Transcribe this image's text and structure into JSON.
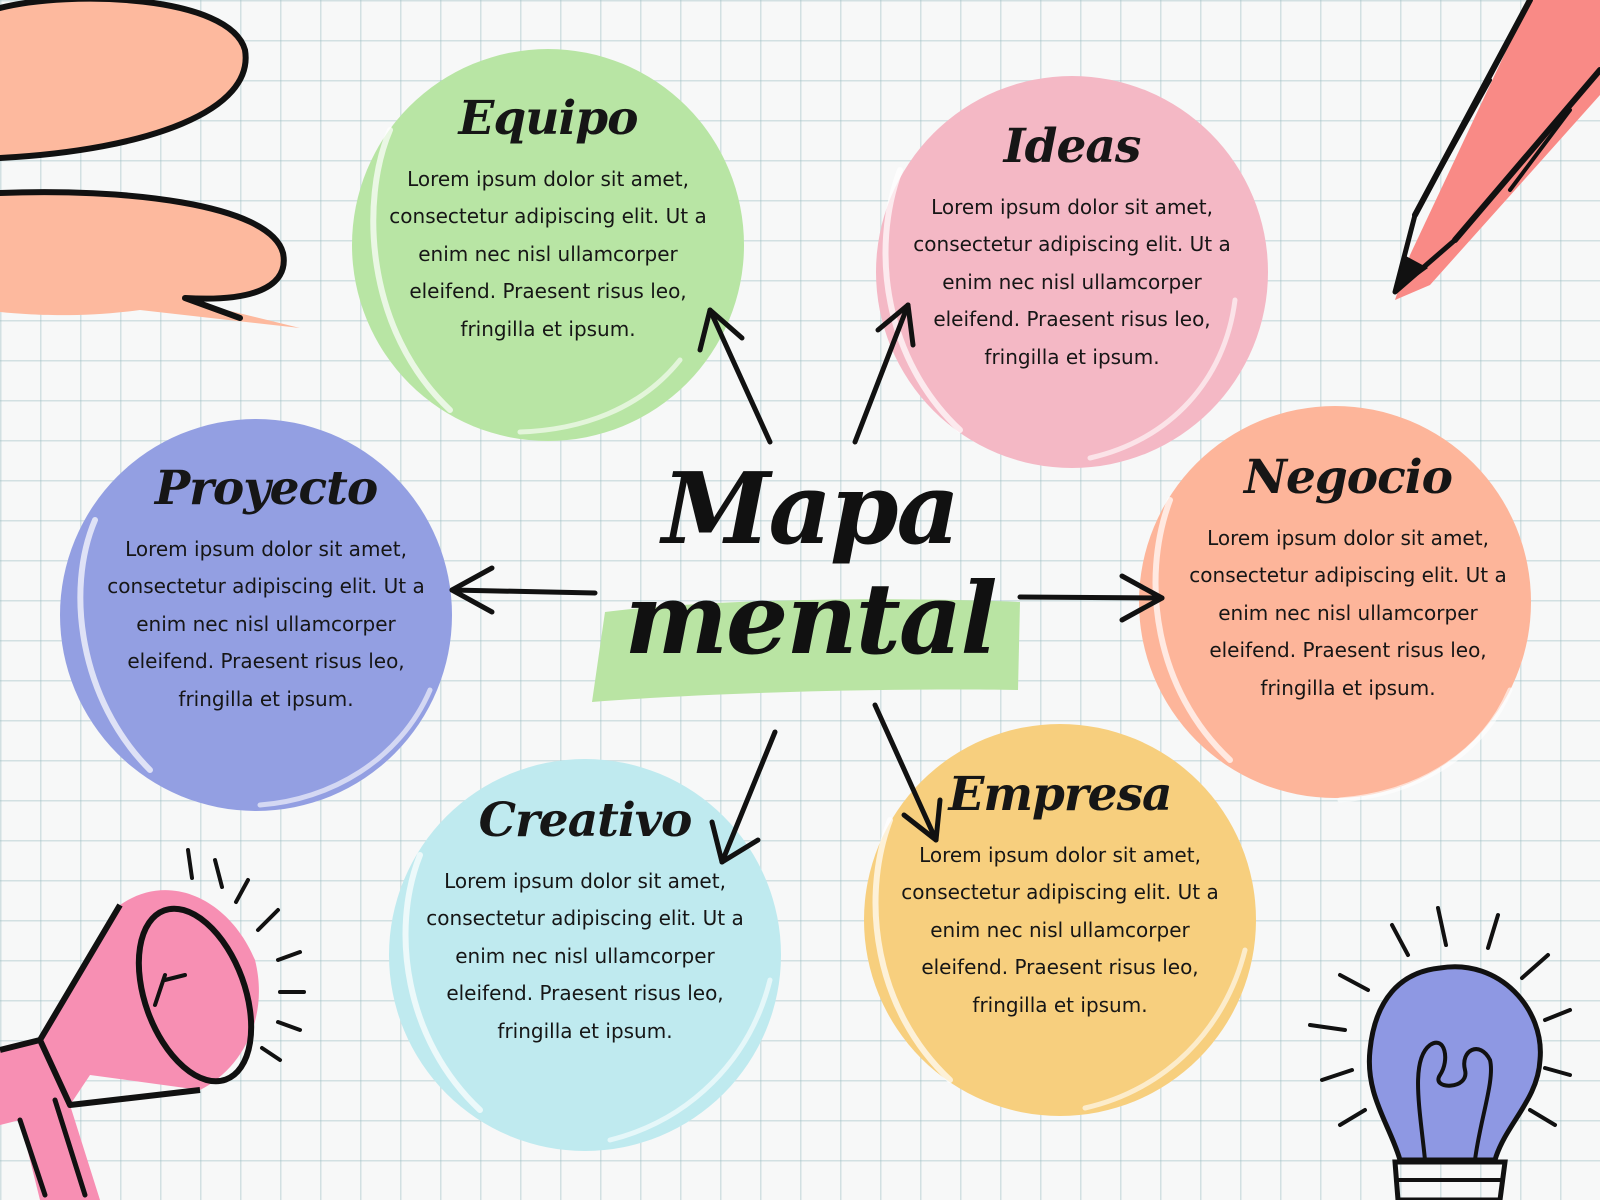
{
  "center": {
    "line1": "Mapa",
    "line2": "mental",
    "highlight_color": "#b9e4a3"
  },
  "nodes": [
    {
      "id": "equipo",
      "title": "Equipo",
      "color": "#b8e5a4",
      "body": [
        "Lorem ipsum dolor sit amet,",
        "consectetur adipiscing elit. Ut a",
        "enim nec nisl ullamcorper",
        "eleifend. Praesent risus leo,",
        "fringilla et ipsum."
      ]
    },
    {
      "id": "ideas",
      "title": "Ideas",
      "color": "#f4b8c5",
      "body": [
        "Lorem ipsum dolor sit amet,",
        "consectetur adipiscing elit. Ut a",
        "enim nec nisl ullamcorper",
        "eleifend. Praesent risus leo,",
        "fringilla et ipsum."
      ]
    },
    {
      "id": "proyecto",
      "title": "Proyecto",
      "color": "#939fe2",
      "body": [
        "Lorem ipsum dolor sit amet,",
        "consectetur adipiscing elit. Ut a",
        "enim nec nisl ullamcorper",
        "eleifend. Praesent risus leo,",
        "fringilla et ipsum."
      ]
    },
    {
      "id": "negocio",
      "title": "Negocio",
      "color": "#fdb59a",
      "body": [
        "Lorem ipsum dolor sit amet,",
        "consectetur adipiscing elit. Ut a",
        "enim nec nisl ullamcorper",
        "eleifend. Praesent risus leo,",
        "fringilla et ipsum."
      ]
    },
    {
      "id": "creativo",
      "title": "Creativo",
      "color": "#bfeaef",
      "body": [
        "Lorem ipsum dolor sit amet,",
        "consectetur adipiscing elit. Ut a",
        "enim nec nisl ullamcorper",
        "eleifend. Praesent risus leo,",
        "fringilla et ipsum."
      ]
    },
    {
      "id": "empresa",
      "title": "Empresa",
      "color": "#f7cf7e",
      "body": [
        "Lorem ipsum dolor sit amet,",
        "consectetur adipiscing elit. Ut a",
        "enim nec nisl ullamcorper",
        "eleifend. Praesent risus leo,",
        "fringilla et ipsum."
      ]
    }
  ],
  "decorations": {
    "speech_bubble_color": "#fdb99e",
    "pencil_color": "#f98a86",
    "megaphone_color": "#f78fb3",
    "bulb_color": "#8e98e3",
    "ink_color": "#111111"
  }
}
